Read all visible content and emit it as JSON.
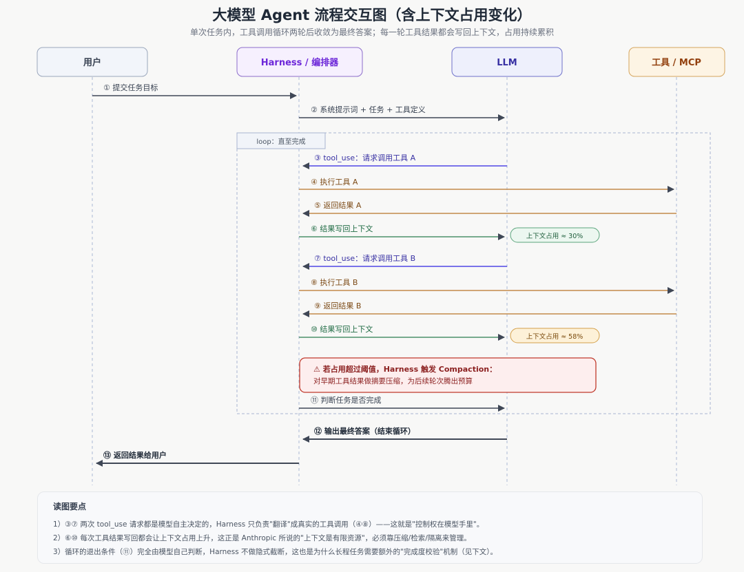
{
  "title": "大模型 Agent 流程交互图（含上下文占用变化）",
  "subtitle": "单次任务内，工具调用循环两轮后收敛为最终答案；每一轮工具结果都会写回上下文，占用持续累积",
  "colors": {
    "user": "#6b7280",
    "harness": "#7c3aed",
    "llm": "#4338ca",
    "tool": "#b45309",
    "dark_arrow": "#3f4756",
    "blue_arrow": "#4f46e5",
    "orange_arrow": "#c2894a",
    "green_arrow": "#4a8f6a",
    "alert_red": "#c0392b"
  },
  "participants": [
    {
      "id": "user",
      "label": "用户"
    },
    {
      "id": "harness",
      "label": "Harness / 编排器"
    },
    {
      "id": "llm",
      "label": "LLM"
    },
    {
      "id": "tool",
      "label": "工具 / MCP"
    }
  ],
  "loop_label": "loop：直至完成",
  "messages": [
    {
      "label": "① 提交任务目标",
      "from": "user",
      "to": "harness",
      "style": "dark"
    },
    {
      "label": "② 系统提示词 + 任务 + 工具定义",
      "from": "harness",
      "to": "llm",
      "style": "dark"
    },
    {
      "label": "③ tool_use：请求调用工具 A",
      "from": "llm",
      "to": "harness",
      "style": "blue"
    },
    {
      "label": "④ 执行工具 A",
      "from": "harness",
      "to": "tool",
      "style": "orange"
    },
    {
      "label": "⑤ 返回结果 A",
      "from": "tool",
      "to": "harness",
      "style": "orange"
    },
    {
      "label": "⑥ 结果写回上下文",
      "from": "harness",
      "to": "llm",
      "style": "green"
    },
    {
      "label": "⑦ tool_use：请求调用工具 B",
      "from": "llm",
      "to": "harness",
      "style": "blue"
    },
    {
      "label": "⑧ 执行工具 B",
      "from": "harness",
      "to": "tool",
      "style": "orange"
    },
    {
      "label": "⑨ 返回结果 B",
      "from": "tool",
      "to": "harness",
      "style": "orange"
    },
    {
      "label": "⑩ 结果写回上下文",
      "from": "harness",
      "to": "llm",
      "style": "green"
    },
    {
      "label": "⑪ 判断任务是否完成",
      "from": "harness",
      "to": "llm",
      "style": "dark"
    },
    {
      "label": "⑫ 输出最终答案（结束循环）",
      "from": "llm",
      "to": "harness",
      "style": "dark_bold"
    },
    {
      "label": "⑬ 返回结果给用户",
      "from": "harness",
      "to": "user",
      "style": "dark_bold"
    }
  ],
  "context_badges": [
    {
      "label": "上下文占用 ≈ 30%",
      "percent": 30,
      "variant": "green"
    },
    {
      "label": "上下文占用 ≈ 58%",
      "percent": 58,
      "variant": "amber"
    }
  ],
  "alert": {
    "title": "⚠ 若占用超过阈值，Harness 触发 Compaction：",
    "body": "对早期工具结果做摘要压缩，为后续轮次腾出预算"
  },
  "notes": {
    "title": "读图要点",
    "lines": [
      "1）③⑦ 两次 tool_use 请求都是模型自主决定的，Harness 只负责\"翻译\"成真实的工具调用（④⑧）——这就是\"控制权在模型手里\"。",
      "2）⑥⑩ 每次工具结果写回都会让上下文占用上升，这正是 Anthropic 所说的\"上下文是有限资源\"，必须靠压缩/检索/隔离来管理。",
      "3）循环的退出条件（⑪）完全由模型自己判断，Harness 不做隐式截断，这也是为什么长程任务需要额外的\"完成度校验\"机制（见下文）。"
    ]
  }
}
